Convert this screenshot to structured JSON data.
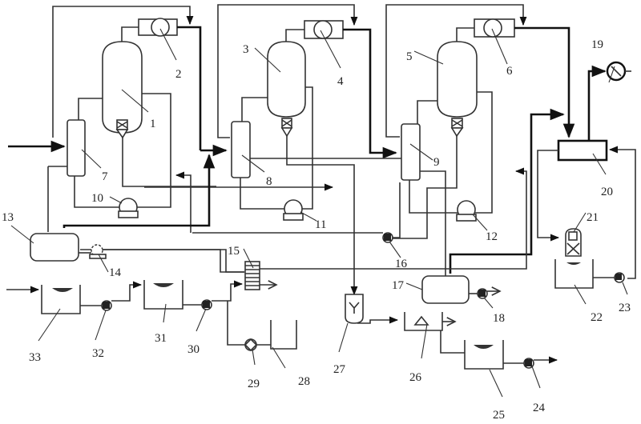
{
  "diagram": {
    "type": "process-flow",
    "labels": {
      "reactor_1": "1",
      "compressor_2": "2",
      "reactor_3": "3",
      "compressor_4": "4",
      "reactor_5": "5",
      "compressor_6": "6",
      "separator_7": "7",
      "separator_8": "8",
      "separator_9": "9",
      "pump_10": "10",
      "pump_11": "11",
      "pump_12": "12",
      "tank_13": "13",
      "pump_14": "14",
      "heat_exchanger_15": "15",
      "pump_16": "16",
      "tank_17": "17",
      "pump_18": "18",
      "valve_19": "19",
      "unit_20": "20",
      "unit_21": "21",
      "tank_22": "22",
      "pump_23": "23",
      "pump_24": "24",
      "tank_25": "25",
      "settler_26": "26",
      "hopper_27": "27",
      "tank_28": "28",
      "valve_29": "29",
      "pump_30": "30",
      "tank_31": "31",
      "pump_32": "32",
      "tank_33": "33"
    }
  }
}
